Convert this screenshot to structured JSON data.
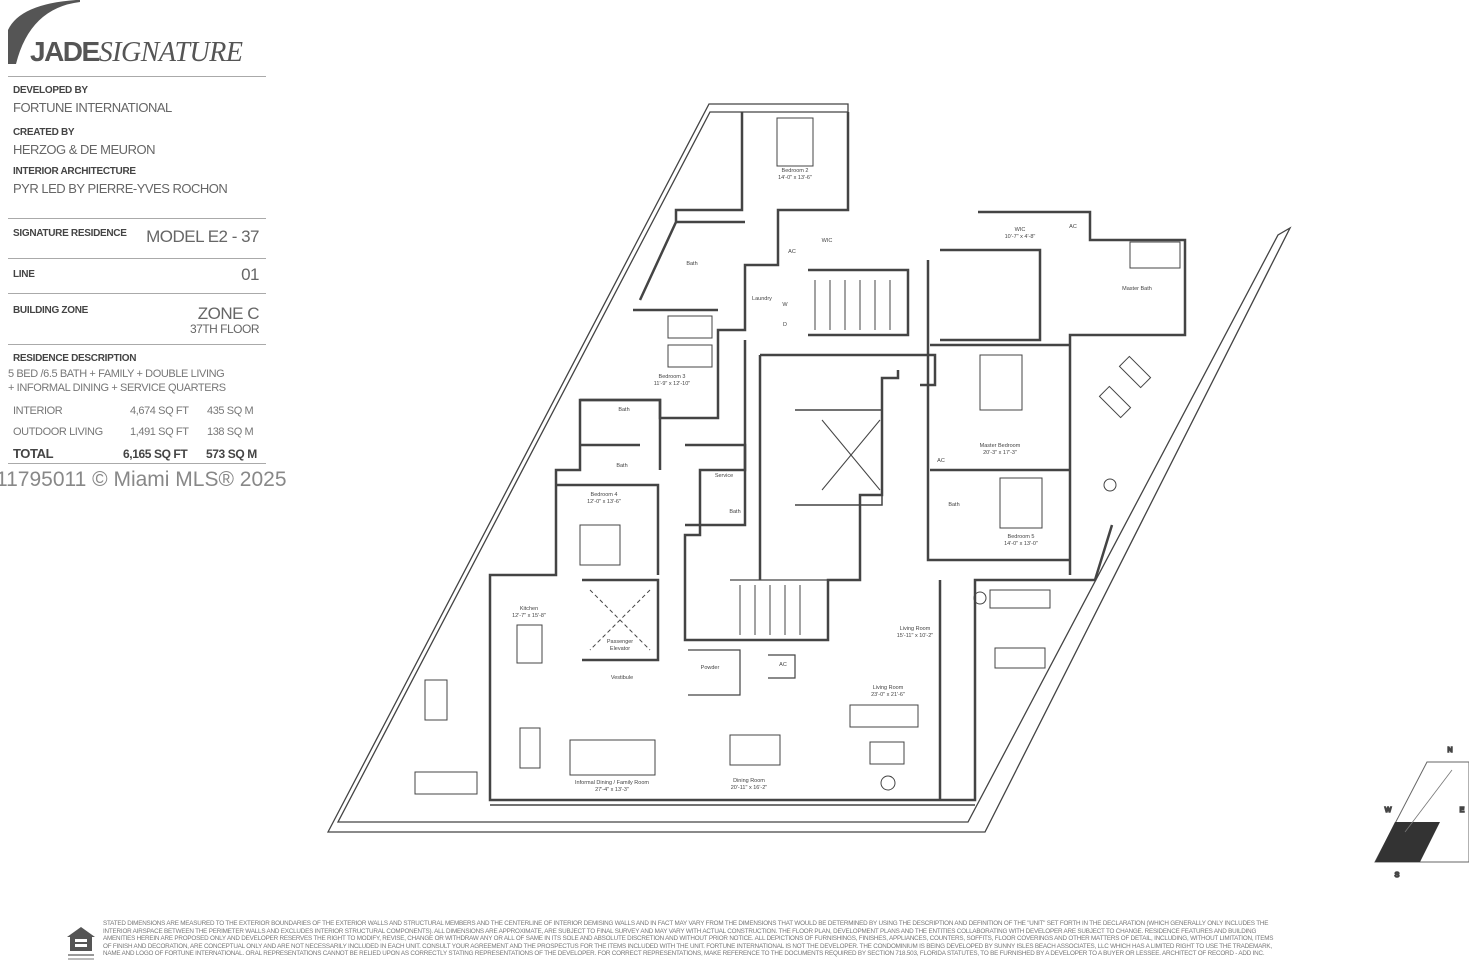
{
  "brand": {
    "name_bold": "JADE",
    "name_italic": "SIGNATURE"
  },
  "credits": [
    {
      "label": "DEVELOPED BY",
      "value": "FORTUNE INTERNATIONAL"
    },
    {
      "label": "CREATED BY",
      "value": "HERZOG & DE MEURON"
    },
    {
      "label": "INTERIOR ARCHITECTURE",
      "value": "PYR LED BY PIERRE-YVES ROCHON"
    }
  ],
  "residence": {
    "label": "SIGNATURE RESIDENCE",
    "value": "MODEL E2 - 37"
  },
  "line": {
    "label": "LINE",
    "value": "01"
  },
  "zone": {
    "label": "BUILDING ZONE",
    "value": "ZONE C",
    "floor": "37TH FLOOR"
  },
  "description": {
    "label": "RESIDENCE DESCRIPTION",
    "line1": "5 BED /6.5 BATH + FAMILY + DOUBLE LIVING",
    "line2": "+ INFORMAL DINING + SERVICE QUARTERS"
  },
  "areas": [
    {
      "name": "INTERIOR",
      "sqft": "4,674 SQ FT",
      "sqm": "435 SQ M"
    },
    {
      "name": "OUTDOOR LIVING",
      "sqft": "1,491 SQ FT",
      "sqm": "138 SQ M"
    },
    {
      "name": "TOTAL",
      "sqft": "6,165 SQ FT",
      "sqm": "573 SQ M"
    }
  ],
  "watermark": "11795011 © Miami MLS® 2025",
  "rooms": {
    "bedroom2": {
      "name": "Bedroom 2",
      "dim": "14'-0\" x 13'-6\""
    },
    "wic1": "WIC",
    "ac1": "AC",
    "bath1": "Bath",
    "laundry": "Laundry",
    "w": "W",
    "d": "D",
    "bedroom3": {
      "name": "Bedroom 3",
      "dim": "11'-9\" x 12'-10\""
    },
    "bath2": "Bath",
    "bath3": "Bath",
    "bedroom4": {
      "name": "Bedroom 4",
      "dim": "12'-0\" x 13'-6\""
    },
    "service": "Service",
    "bath4": "Bath",
    "kitchen": {
      "name": "Kitchen",
      "dim": "12'-7\" x 15'-8\""
    },
    "elevator": {
      "name": "Passenger",
      "name2": "Elevator"
    },
    "vestibule": "Vestibule",
    "powder": "Powder",
    "ac2": "AC",
    "living_small": {
      "name": "Living Room",
      "dim": "15'-11\" x 10'-2\""
    },
    "living_large": {
      "name": "Living Room",
      "dim": "23'-0\" x 21'-6\""
    },
    "dining": {
      "name": "Dining Room",
      "dim": "20'-11\" x 16'-2\""
    },
    "family": {
      "name": "Informal Dining / Family Room",
      "dim": "27'-4\" x 13'-3\""
    },
    "wic2": {
      "name": "WIC",
      "dim": "10'-7\" x 4'-8\""
    },
    "ac3": "AC",
    "master_bath": "Master Bath",
    "master_bed": {
      "name": "Master Bedroom",
      "dim": "20'-3\" x 17'-3\""
    },
    "ac4": "AC",
    "bath5": "Bath",
    "bedroom5": {
      "name": "Bedroom 5",
      "dim": "14'-0\" x 13'-0\""
    }
  },
  "compass": {
    "n": "N",
    "e": "E",
    "s": "S",
    "w": "W"
  },
  "disclaimer": [
    "STATED DIMENSIONS ARE MEASURED TO THE EXTERIOR BOUNDARIES OF THE EXTERIOR WALLS AND STRUCTURAL MEMBERS AND THE CENTERLINE OF INTERIOR DEMISING WALLS AND IN FACT MAY VARY FROM THE DIMENSIONS THAT WOULD BE DETERMINED BY USING THE DESCRIPTION AND DEFINITION OF THE \"UNIT\" SET FORTH IN THE DECLARATION (WHICH GENERALLY ONLY INCLUDES THE",
    "INTERIOR AIRSPACE BETWEEN THE PERIMETER WALLS AND EXCLUDES INTERIOR STRUCTURAL COMPONENTS). ALL DIMENSIONS ARE APPROXIMATE, ARE SUBJECT TO FINAL SURVEY AND MAY VARY WITH ACTUAL CONSTRUCTION. THE FLOOR PLAN, DEVELOPMENT PLANS AND THE ENTITIES COLLABORATING WITH DEVELOPER ARE SUBJECT TO CHANGE. RESIDENCE FEATURES AND BUILDING",
    "AMENITIES HEREIN ARE PROPOSED ONLY AND DEVELOPER RESERVES THE RIGHT TO MODIFY, REVISE, CHANGE OR WITHDRAW ANY OR ALL OF SAME IN ITS SOLE AND ABSOLUTE DISCRETION AND WITHOUT PRIOR NOTICE. ALL DEPICTIONS OF FURNISHINGS, FINISHES, APPLIANCES, COUNTERS, SOFFITS, FLOOR COVERINGS AND OTHER MATTERS OF DETAIL, INCLUDING, WITHOUT LIMITATION, ITEMS",
    "OF FINISH AND DECORATION, ARE CONCEPTUAL ONLY AND ARE NOT NECESSARILY INCLUDED IN EACH UNIT. CONSULT YOUR AGREEMENT AND THE PROSPECTUS FOR THE ITEMS INCLUDED WITH THE UNIT. FORTUNE INTERNATIONAL IS NOT THE DEVELOPER. THE CONDOMINIUM IS BEING DEVELOPED BY SUNNY ISLES BEACH ASSOCIATES, LLC WHICH HAS A LIMITED RIGHT TO USE THE TRADEMARK,",
    "NAME AND LOGO OF FORTUNE INTERNATIONAL. ORAL REPRESENTATIONS CANNOT BE RELIED UPON AS CORRECTLY STATING REPRESENTATIONS OF THE DEVELOPER. FOR CORRECT REPRESENTATIONS, MAKE REFERENCE TO THE DOCUMENTS REQUIRED BY SECTION 718.503, FLORIDA STATUTES, TO BE FURNISHED BY A DEVELOPER TO A BUYER OR LESSEE. ARCHITECT OF RECORD - ADD INC."
  ]
}
